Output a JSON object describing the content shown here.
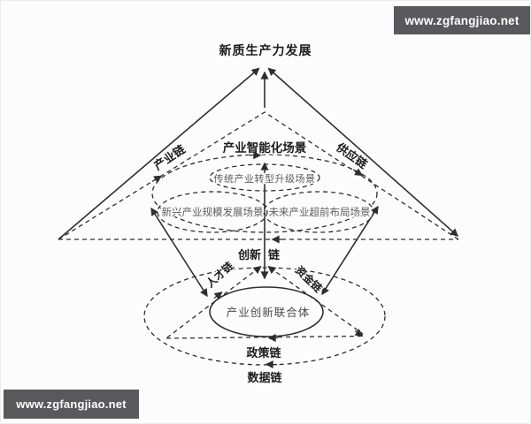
{
  "watermarks": {
    "top_right": "www.zgfangjiao.net",
    "bottom_left": "www.zgfangjiao.net",
    "banner_color": "#59595b",
    "text_color": "#ffffff"
  },
  "diagram": {
    "title": "新质生产力发展",
    "chains": {
      "industry": "产业链",
      "supply": "供应链",
      "innovation_full": "创新链",
      "innovation_left": "创新",
      "innovation_right": "链",
      "talent": "人才链",
      "capital": "资金链",
      "policy": "政策链",
      "data": "数据链"
    },
    "scenarios": {
      "heading": "产业智能化场景",
      "traditional": "传统产业转型升级场景",
      "emerging": "新兴产业规模发展场景",
      "future": "未来产业超前布局场景"
    },
    "consortium": "产业创新联合体",
    "colors": {
      "line": "#2e2e2e",
      "label": "#1c1c1c",
      "muted": "#5d5d5d"
    }
  }
}
